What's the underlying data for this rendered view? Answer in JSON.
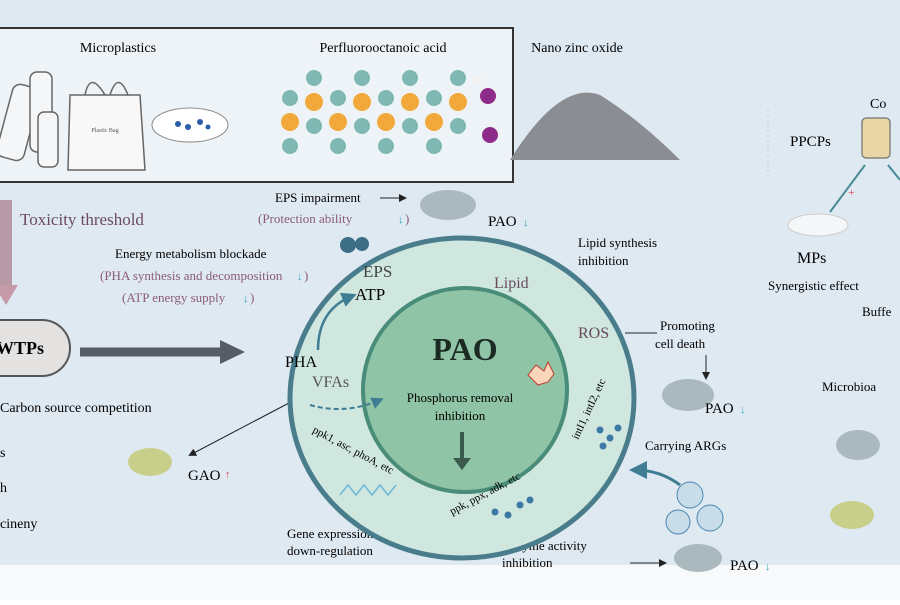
{
  "top_box": {
    "microplastics": "Microplastics",
    "pfoa": "Perfluorooctanoic acid",
    "nano_zno": "Nano zinc oxide",
    "bag_label": "Plastic Bag"
  },
  "left": {
    "toxicity": "Toxicity threshold",
    "wwtps": "WWTPs",
    "carbon": "Carbon source competition",
    "cut1": "s",
    "cut2": "h",
    "cut3": "cineny"
  },
  "annotations": {
    "eps_impairment": "EPS impairment",
    "protection": "(Protection ability",
    "protection_close": ")",
    "pao_top": "PAO",
    "energy": "Energy metabolism blockade",
    "pha_syn": "(PHA synthesis and decomposition",
    "pha_close": ")",
    "atp_supply": "(ATP energy supply",
    "atp_close": ")",
    "lipid_inhib_1": "Lipid synthesis",
    "lipid_inhib_2": "inhibition",
    "promoting_1": "Promoting",
    "promoting_2": "cell death",
    "pao_mid": "PAO",
    "carrying": "Carrying ARGs",
    "gao": "GAO",
    "gene_1": "Gene expression",
    "gene_2": "down-regulation",
    "enzyme_1": "Enzyme activity",
    "enzyme_2": "inhibition",
    "pao_bottom": "PAO"
  },
  "cell": {
    "eps": "EPS",
    "atp": "ATP",
    "lipid": "Lipid",
    "pao": "PAO",
    "ros": "ROS",
    "pha": "PHA",
    "vfas": "VFAs",
    "phos_1": "Phosphorus removal",
    "phos_2": "inhibition",
    "genes_1": "ppk1, asc, phoA, etc",
    "genes_2": "ppk, ppx, adk, etc",
    "genes_3": "intI1, intI2, etc"
  },
  "right": {
    "co": "Co",
    "ppcps": "PPCPs",
    "plus": "+",
    "mps": "MPs",
    "synergistic": "Synergistic effect",
    "buffer": "Buffe",
    "microbio": "Microbioa"
  },
  "colors": {
    "background": "#dfe9f1",
    "cell_outer": "#cfe7de",
    "cell_border": "#4a7d8c",
    "cell_inner": "#8fc4a6",
    "arrow_dark": "#555c63",
    "down_arrow": "#2fa3b5",
    "up_arrow": "#d9455a",
    "pink_text": "#8a5a7a"
  }
}
